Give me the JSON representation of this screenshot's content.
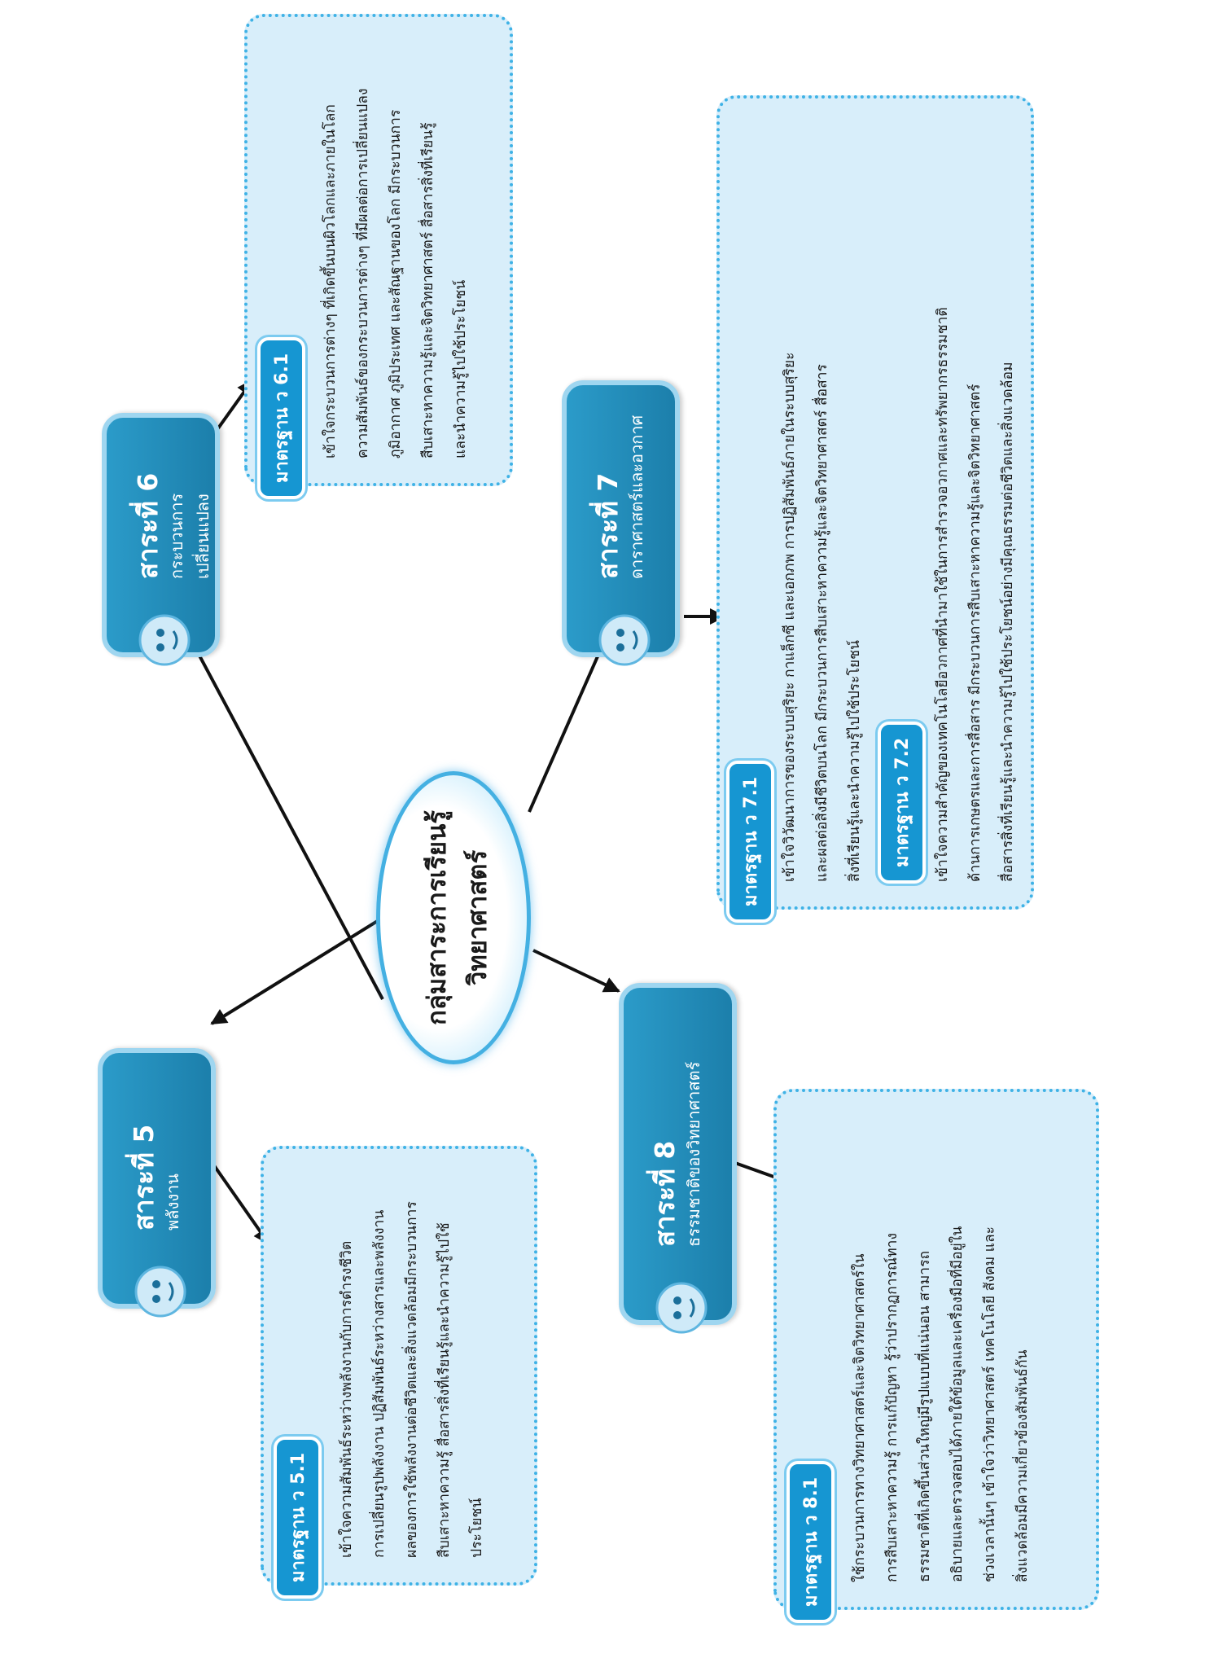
{
  "center": {
    "line1": "กลุ่มสาระการเรียนรู้",
    "line2": "วิทยาศาสตร์"
  },
  "topics": {
    "t5": {
      "title": "สาระที่ 5",
      "subtitle": "พลังงาน"
    },
    "t6": {
      "title": "สาระที่ 6",
      "subtitle": "กระบวนการเปลี่ยนแปลง"
    },
    "t7": {
      "title": "สาระที่ 7",
      "subtitle": "ดาราศาสตร์และอวกาศ"
    },
    "t8": {
      "title": "สาระที่ 8",
      "subtitle": "ธรรมชาติของวิทยาศาสตร์"
    }
  },
  "standards": {
    "s51": {
      "label": "มาตรฐาน ว 5.1",
      "lines": [
        "เข้าใจความสัมพันธ์ระหว่างพลังงานกับการดำรงชีวิต",
        "การเปลี่ยนรูปพลังงาน ปฏิสัมพันธ์ระหว่างสารและพลังงาน",
        "ผลของการใช้พลังงานต่อชีวิตและสิ่งแวดล้อมมีกระบวนการ",
        "สืบเสาะหาความรู้ สื่อสารสิ่งที่เรียนรู้และนำความรู้ไปใช้",
        "ประโยชน์"
      ]
    },
    "s61": {
      "label": "มาตรฐาน ว 6.1",
      "lines": [
        "เข้าใจกระบวนการต่างๆ ที่เกิดขึ้นบนผิวโลกและภายในโลก",
        "ความสัมพันธ์ของกระบวนการต่างๆ ที่มีผลต่อการเปลี่ยนแปลง",
        "ภูมิอากาศ ภูมิประเทศ และสัณฐานของโลก มีกระบวนการ",
        "สืบเสาะหาความรู้และจิตวิทยาศาสตร์ สื่อสารสิ่งที่เรียนรู้",
        "และนำความรู้ไปใช้ประโยชน์"
      ]
    },
    "s71": {
      "label": "มาตรฐาน ว 7.1",
      "lines": [
        "เข้าใจวิวัฒนาการของระบบสุริยะ กาแล็กซี และเอกภพ การปฏิสัมพันธ์ภายในระบบสุริยะ",
        "และผลต่อสิ่งมีชีวิตบนโลก มีกระบวนการสืบเสาะหาความรู้และจิตวิทยาศาสตร์ สื่อสาร",
        "สิ่งที่เรียนรู้และนำความรู้ไปใช้ประโยชน์"
      ]
    },
    "s72": {
      "label": "มาตรฐาน ว 7.2",
      "lines": [
        "เข้าใจความสำคัญของเทคโนโลยีอวกาศที่นำมาใช้ในการสำรวจอวกาศและทรัพยากรธรรมชาติ",
        "ด้านการเกษตรและการสื่อสาร มีกระบวนการสืบเสาะหาความรู้และจิตวิทยาศาสตร์",
        "สื่อสารสิ่งที่เรียนรู้และนำความรู้ไปใช้ประโยชน์อย่างมีคุณธรรมต่อชีวิตและสิ่งแวดล้อม"
      ]
    },
    "s81": {
      "label": "มาตรฐาน ว 8.1",
      "lines": [
        "ใช้กระบวนการทางวิทยาศาสตร์และจิตวิทยาศาสตร์ใน",
        "การสืบเสาะหาความรู้ การแก้ปัญหา รู้ว่าปรากฏการณ์ทาง",
        "ธรรมชาติที่เกิดขึ้นส่วนใหญ่มีรูปแบบที่แน่นอน สามารถ",
        "อธิบายและตรวจสอบได้ภายใต้ข้อมูลและเครื่องมือที่มีอยู่ใน",
        "ช่วงเวลานั้นๆ เข้าใจว่าวิทยาศาสตร์ เทคโนโลยี สังคม และ",
        "สิ่งแวดล้อมมีความเกี่ยวข้องสัมพันธ์กัน"
      ]
    }
  }
}
